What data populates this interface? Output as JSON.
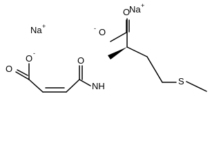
{
  "molecule": {
    "counterions": [
      {
        "symbol": "Na",
        "charge": "+"
      },
      {
        "symbol": "Na",
        "charge": "+"
      }
    ],
    "atoms": {
      "o_carboxylate_1": {
        "symbol": "O",
        "charge": "-"
      },
      "o_carbonyl_1": {
        "symbol": "O"
      },
      "o_carboxylate_2": {
        "symbol": "O",
        "charge": "-"
      },
      "o_carbonyl_2": {
        "symbol": "O"
      },
      "o_amide": {
        "symbol": "O"
      },
      "nitrogen": {
        "symbol": "NH"
      },
      "sulfur": {
        "symbol": "S"
      }
    },
    "stereo": "wedge",
    "double_bond_geometry": "cis"
  },
  "colors": {
    "bond": "#000000",
    "text": "#000000",
    "background": "#ffffff"
  }
}
